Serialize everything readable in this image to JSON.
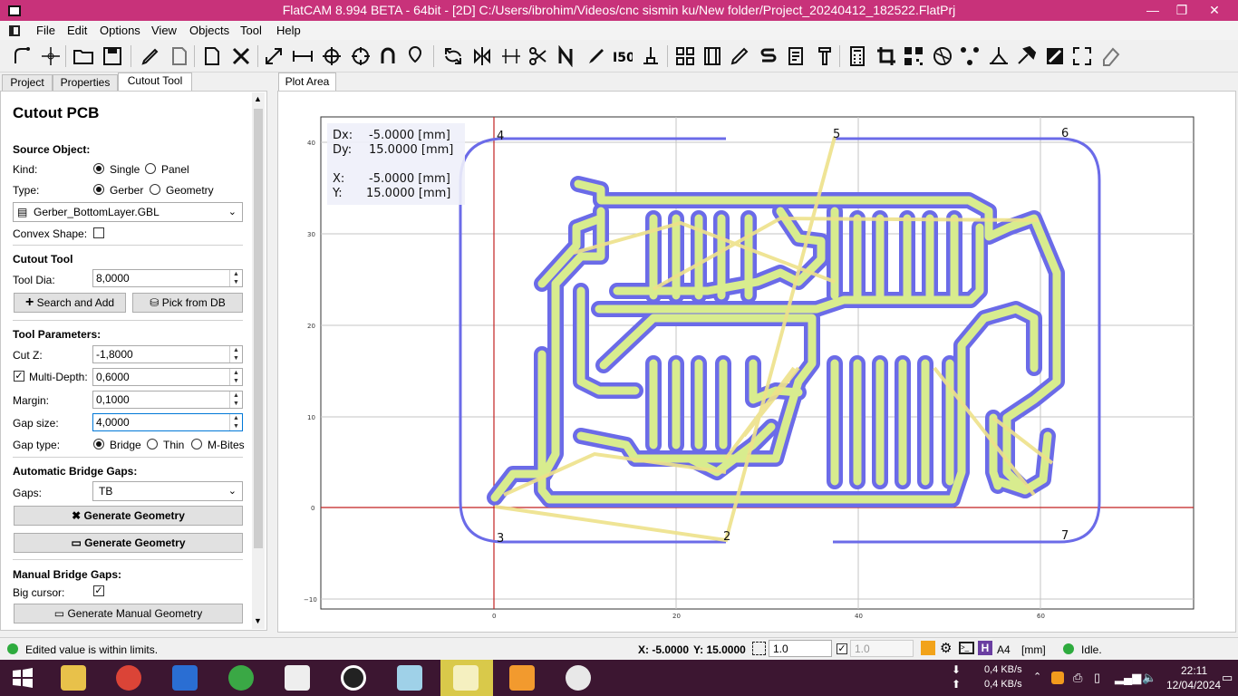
{
  "window": {
    "title": "FlatCAM 8.994 BETA - 64bit - [2D]     C:/Users/ibrohim/Videos/cnc sismin ku/New folder/Project_20240412_182522.FlatPrj",
    "minimize": "—",
    "maximize": "❐",
    "close": "✕"
  },
  "menu": {
    "items": [
      "File",
      "Edit",
      "Options",
      "View",
      "Objects",
      "Tool",
      "Help"
    ]
  },
  "left_tabs": [
    "Project",
    "Properties",
    "Cutout Tool"
  ],
  "panel": {
    "heading": "Cutout PCB",
    "source_object": "Source Object:",
    "kind_label": "Kind:",
    "kind_single": "Single",
    "kind_panel": "Panel",
    "type_label": "Type:",
    "type_gerber": "Gerber",
    "type_geometry": "Geometry",
    "object_selected": "Gerber_BottomLayer.GBL",
    "convex_label": "Convex Shape:",
    "cutout_tool": "Cutout Tool",
    "tool_dia_label": "Tool Dia:",
    "tool_dia": "8,0000",
    "search_add": "Search and Add",
    "pick_db": "Pick from DB",
    "tool_params": "Tool Parameters:",
    "cutz_label": "Cut Z:",
    "cutz": "-1,8000",
    "multidepth_label": "Multi-Depth:",
    "multidepth": "0,6000",
    "margin_label": "Margin:",
    "margin": "0,1000",
    "gapsize_label": "Gap size:",
    "gapsize": "4,0000",
    "gaptype_label": "Gap type:",
    "gaptype_bridge": "Bridge",
    "gaptype_thin": "Thin",
    "gaptype_mbites": "M-Bites",
    "auto_bridge": "Automatic Bridge Gaps:",
    "gaps_label": "Gaps:",
    "gaps": "TB",
    "generate_geometry_1": "Generate Geometry",
    "generate_geometry_2": "Generate Geometry",
    "manual_bridge": "Manual Bridge Gaps:",
    "big_cursor_label": "Big cursor:",
    "generate_manual": "Generate Manual Geometry"
  },
  "plot": {
    "tab": "Plot Area",
    "info": {
      "dx_label": "Dx:",
      "dx": "-5.0000 [mm]",
      "dy_label": "Dy:",
      "dy": "15.0000 [mm]",
      "x_label": "X:",
      "x": "-5.0000 [mm]",
      "y_label": "Y:",
      "y": "15.0000 [mm]"
    },
    "y_ticks": [
      "40",
      "30",
      "20",
      "10",
      "0",
      "−10"
    ],
    "x_ticks": [
      "0",
      "20",
      "40",
      "60"
    ],
    "corner_labels": [
      "4",
      "5",
      "6",
      "3",
      "2",
      "7"
    ]
  },
  "status": {
    "message": "Edited value is within limits.",
    "x": "X: -5.0000",
    "y": "Y: 15.0000",
    "grid_x": "1.0",
    "grid_y": "1.0",
    "paper": "A4",
    "units": "[mm]",
    "state": "Idle."
  },
  "taskbar": {
    "net_up": "0,4 KB/s",
    "net_down": "0,4 KB/s",
    "time": "22:11",
    "date": "12/04/2024"
  },
  "colors": {
    "titlebar": "#c8327a",
    "taskbar": "#3c1631",
    "copper_fill": "#d8ec8e",
    "cutout_outline": "#6b6be8",
    "track_yellow": "#eee28a",
    "axis_red": "#c22222"
  }
}
